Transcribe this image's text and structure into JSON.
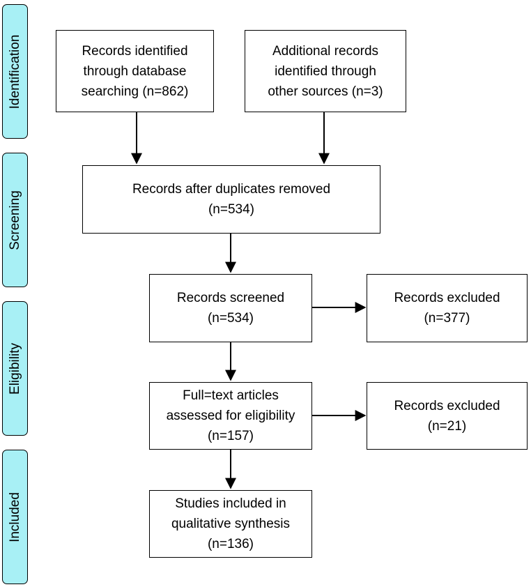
{
  "stages": [
    {
      "id": "identification",
      "label": "Identification"
    },
    {
      "id": "screening",
      "label": "Screening"
    },
    {
      "id": "eligibility",
      "label": "Eligibility"
    },
    {
      "id": "included",
      "label": "Included"
    }
  ],
  "boxes": {
    "database": [
      "Records identified",
      "through database",
      "searching (n=862)"
    ],
    "other_sources": [
      "Additional records",
      "identified through",
      "other sources (n=3)"
    ],
    "after_duplicates": [
      "Records after duplicates removed",
      "(n=534)"
    ],
    "screened": [
      "Records screened",
      "(n=534)"
    ],
    "excluded_screening": [
      "Records excluded",
      "(n=377)"
    ],
    "full_text": [
      "Full=text articles",
      "assessed for eligibility",
      "(n=157)"
    ],
    "excluded_eligibility": [
      "Records excluded",
      "(n=21)"
    ],
    "included": [
      "Studies included in",
      "qualitative synthesis",
      "(n=136)"
    ]
  }
}
